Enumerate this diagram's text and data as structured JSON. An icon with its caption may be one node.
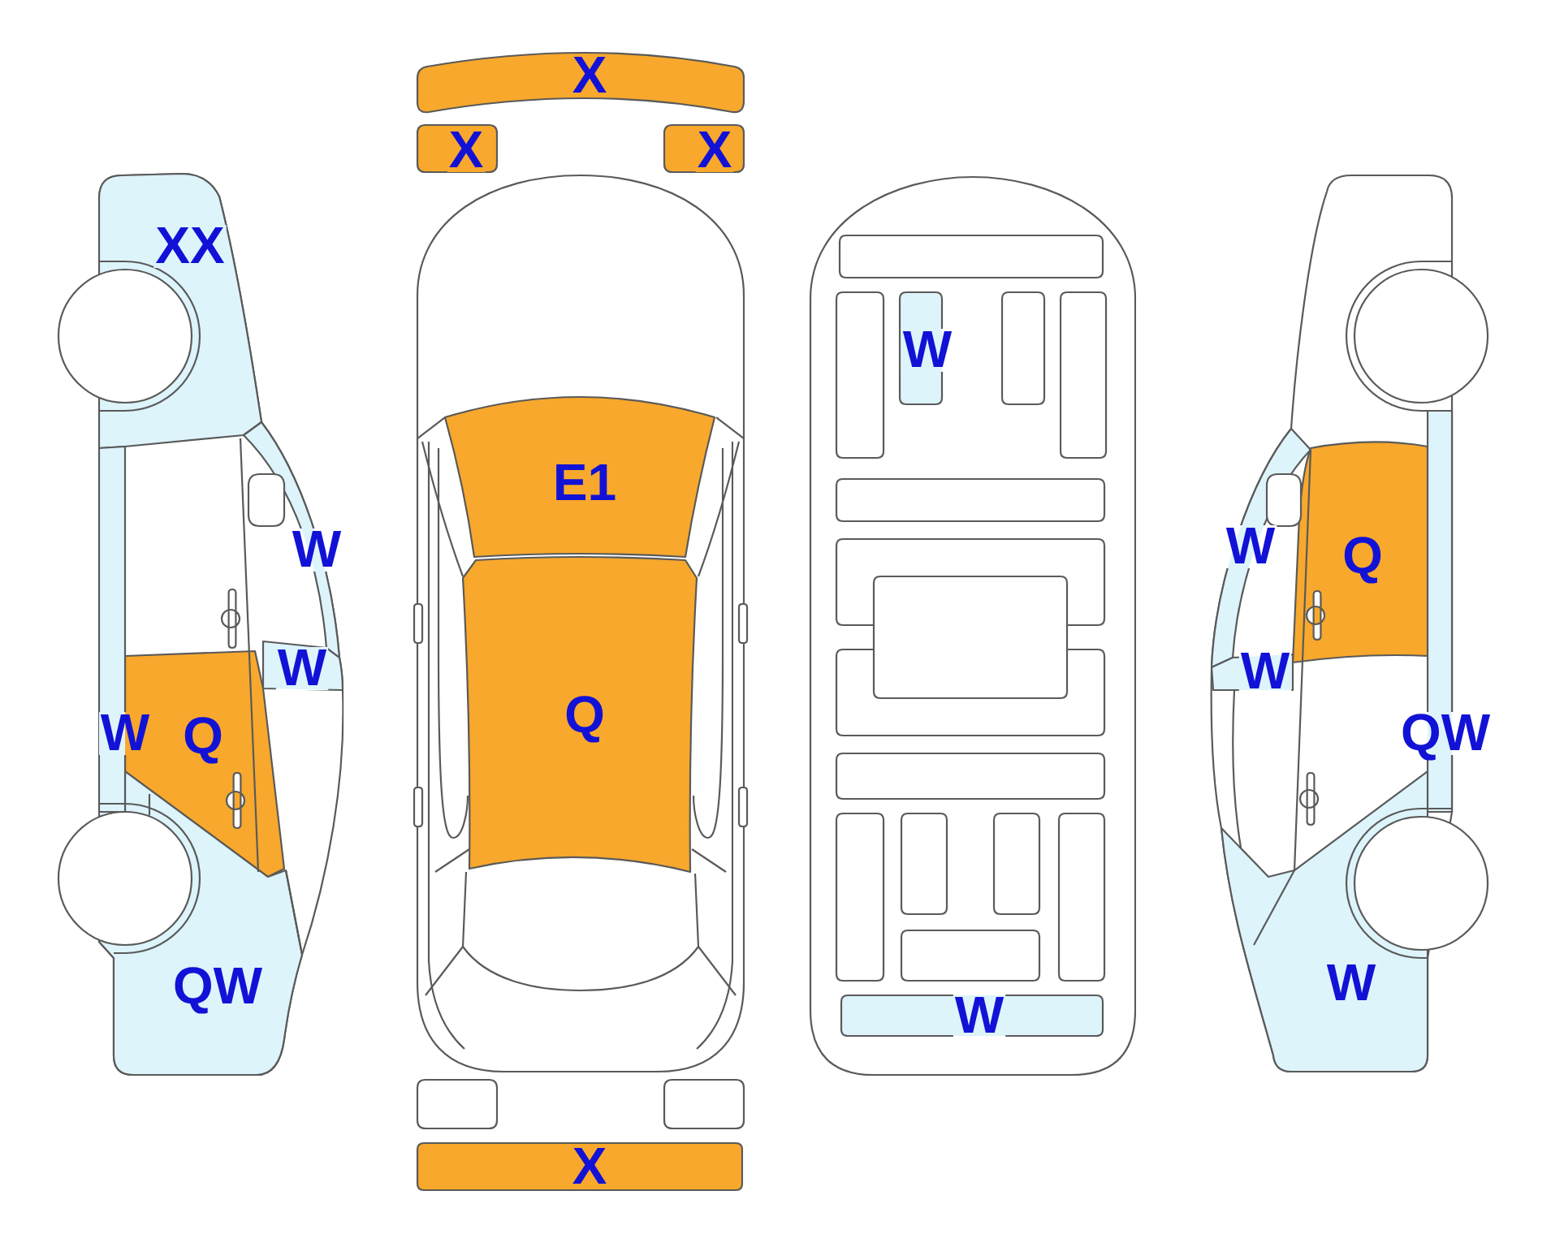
{
  "diagram": {
    "nodes": [
      {
        "text": [
          "X"
        ]
      },
      {
        "text": [
          "X"
        ]
      },
      {
        "text": [
          "X"
        ]
      },
      {
        "text": [
          "XX"
        ]
      },
      {
        "text": [
          "W"
        ]
      },
      {
        "text": [
          "E1"
        ]
      },
      {
        "text": [
          "W"
        ]
      },
      {
        "text": [
          "W"
        ]
      },
      {
        "text": [
          "Q"
        ]
      },
      {
        "text": [
          "W"
        ]
      },
      {
        "text": [
          "W"
        ]
      },
      {
        "text": [
          "Q"
        ]
      },
      {
        "text": [
          "W"
        ]
      },
      {
        "text": [
          "Q"
        ]
      },
      {
        "text": [
          "QW"
        ]
      },
      {
        "text": [
          "QW"
        ]
      },
      {
        "text": [
          "W"
        ]
      },
      {
        "text": [
          "W"
        ]
      },
      {
        "text": [
          "X"
        ]
      }
    ]
  }
}
